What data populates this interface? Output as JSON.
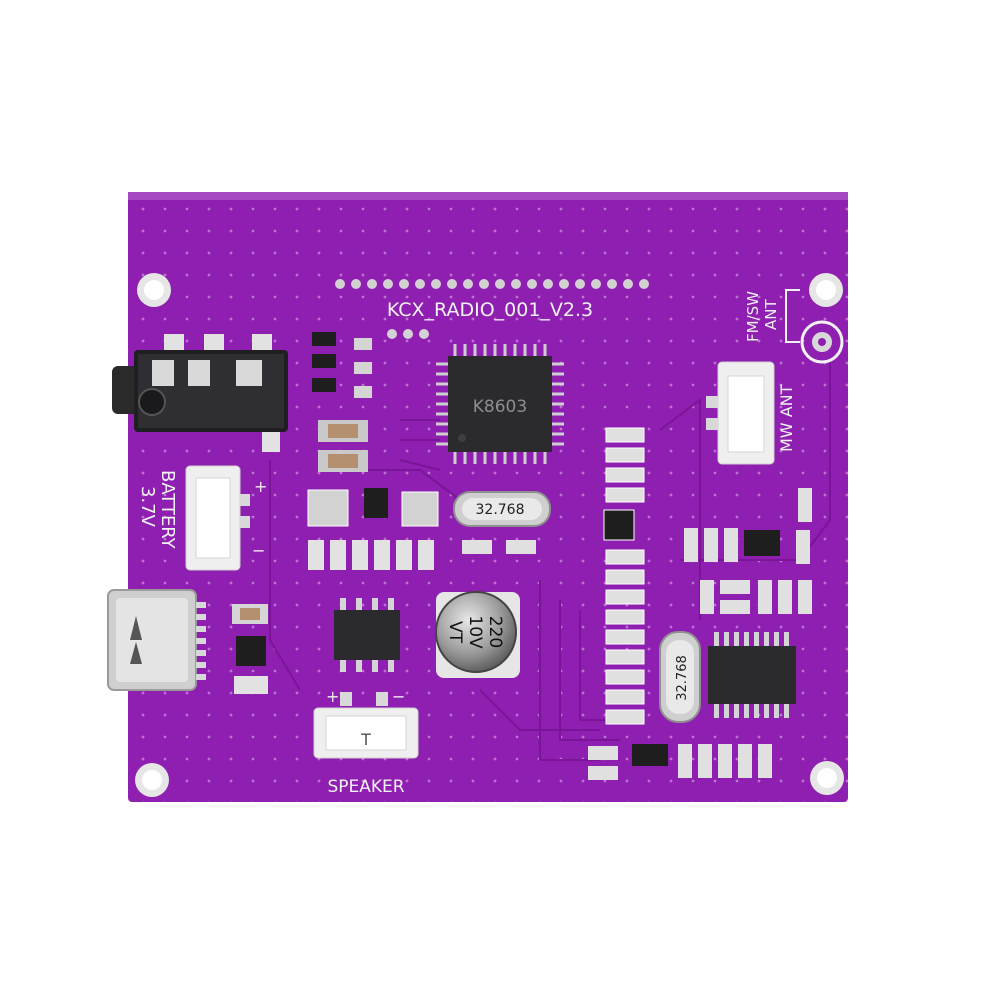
{
  "board": {
    "model_label": "KCX_RADIO_001_V2.3",
    "antenna_fm_label": "FM/SW",
    "antenna_fm_label2": "ANT",
    "antenna_mw_label": "MW ANT",
    "battery_label": "BATTERY",
    "battery_voltage": "3.7V",
    "speaker_label": "SPEAKER",
    "speaker_connector_mark": "T",
    "main_chip_label": "K8603",
    "crystal_top_label": "32.768",
    "crystal_bottom_label": "32.768",
    "capacitor_label_line1": "220",
    "capacitor_label_line2": "10V",
    "capacitor_label_line3": "VT",
    "plus_symbol": "+",
    "minus_symbol": "−",
    "colors": {
      "pcb": "#8f1fb0",
      "silkscreen": "#f2f2f2",
      "chip": "#2b2b2e",
      "pad_metal": "#d8d8d8"
    }
  }
}
